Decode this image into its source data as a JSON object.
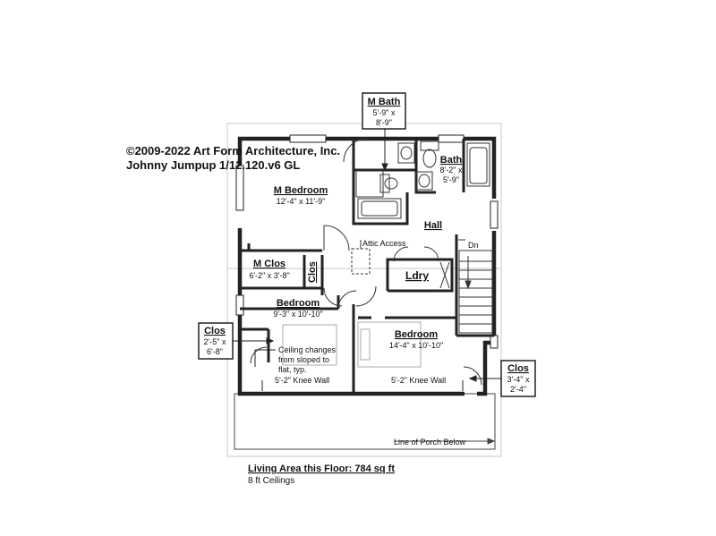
{
  "copyright": "©2009-2022 Art Form Architecture, Inc.",
  "plan_id": "Johnny Jumpup 1/12.120.v6 GL",
  "rooms": {
    "m_bath": {
      "name": "M Bath",
      "dim1": "5'-9\" x",
      "dim2": "8'-9\""
    },
    "bath": {
      "name": "Bath",
      "dim1": "8'-2\" x",
      "dim2": "5'-9\""
    },
    "m_bedroom": {
      "name": "M Bedroom",
      "dims": "12'-4\" x 11'-9\""
    },
    "hall": {
      "name": "Hall"
    },
    "attic": {
      "label": "Attic Access"
    },
    "m_clos": {
      "name": "M Clos",
      "dims": "6'-2\" x 3'-8\""
    },
    "clos_vertical": {
      "name": "Clos"
    },
    "ldry": {
      "name": "Ldry"
    },
    "dn": {
      "label": "Dn"
    },
    "bedroom_left": {
      "name": "Bedroom",
      "dims": "9'-3\" x 10'-10\""
    },
    "bedroom_right": {
      "name": "Bedroom",
      "dims": "14'-4\" x 10'-10\""
    },
    "clos_left": {
      "name": "Clos",
      "dim1": "2'-5\" x",
      "dim2": "6'-8\""
    },
    "clos_right": {
      "name": "Clos",
      "dim1": "3'-4\" x",
      "dim2": "2'-4\""
    }
  },
  "notes": {
    "ceiling_1": "Ceiling changes",
    "ceiling_2": "from sloped to",
    "ceiling_3": "flat, typ.",
    "knee_wall_left": "5'-2\" Knee Wall",
    "knee_wall_right": "5'-2\" Knee Wall",
    "porch": "Line of Porch Below"
  },
  "summary": {
    "living_area": "Living Area this Floor: 784 sq ft",
    "ceilings": "8 ft Ceilings"
  }
}
